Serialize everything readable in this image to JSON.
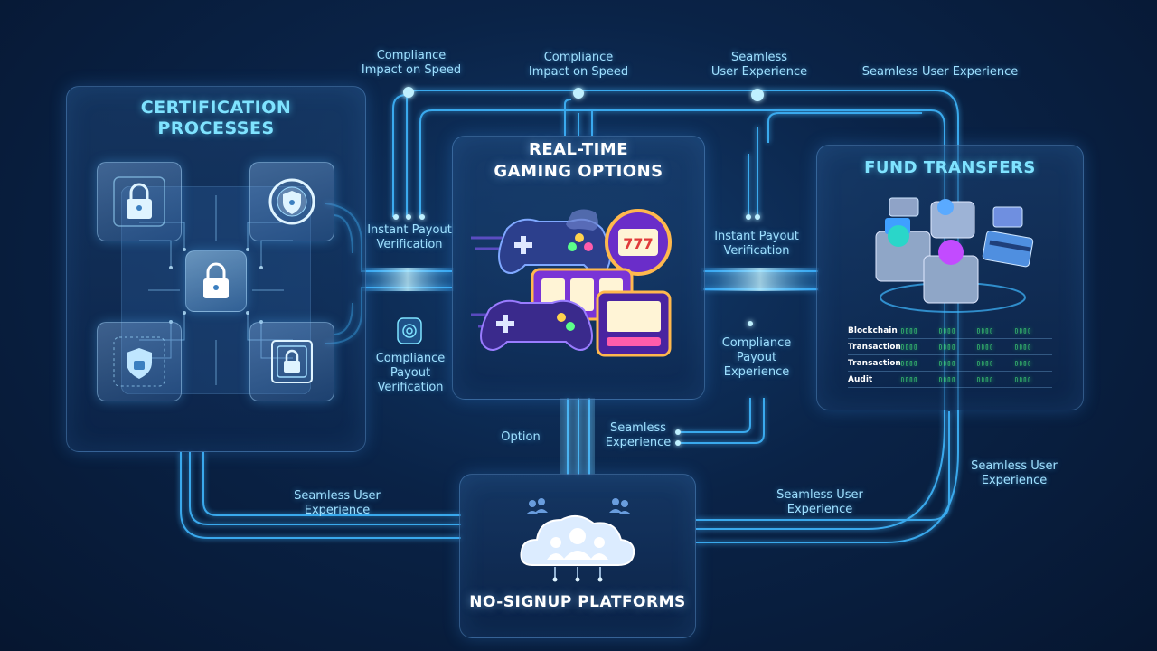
{
  "nodes": {
    "certification": {
      "title_line1": "CERTIFICATION",
      "title_line2": "PROCESSES"
    },
    "gaming": {
      "title_line1": "REAL-TIME",
      "title_line2": "GAMING OPTIONS"
    },
    "fund": {
      "title": "FUND TRANSFERS"
    },
    "nosignup": {
      "title": "NO-SIGNUP PLATFORMS"
    }
  },
  "labels": {
    "top1": {
      "line1": "Compliance",
      "line2": "Impact on Speed"
    },
    "top2": {
      "line1": "Compliance",
      "line2": "Impact on Speed"
    },
    "top3": {
      "line1": "Seamless",
      "line2": "User Experience"
    },
    "top4": {
      "line1": "Seamless User Experience"
    },
    "left_instant": {
      "line1": "Instant Payout",
      "line2": "Verification"
    },
    "left_compliance": {
      "line1": "Compliance",
      "line2": "Payout",
      "line3": "Verification"
    },
    "right_instant": {
      "line1": "Instant Payout",
      "line2": "Verification"
    },
    "right_compliance": {
      "line1": "Compliance",
      "line2": "Payout",
      "line3": "Experience"
    },
    "option": {
      "line1": "Option"
    },
    "seamless_mid": {
      "line1": "Seamless",
      "line2": "Experience"
    },
    "bottom_left": {
      "line1": "Seamless User",
      "line2": "Experience"
    },
    "bottom_mid_right": {
      "line1": "Seamless User",
      "line2": "Experience"
    },
    "bottom_right": {
      "line1": "Seamless User",
      "line2": "Experience"
    }
  },
  "ledger": {
    "rows": [
      {
        "label": "Blockchain",
        "cells": [
          "▯▯▯▯",
          "▯▯▯▯",
          "▯▯▯▯",
          "▯▯▯▯"
        ]
      },
      {
        "label": "Transaction",
        "cells": [
          "▯▯▯▯",
          "▯▯▯▯",
          "▯▯▯▯",
          "▯▯▯▯"
        ]
      },
      {
        "label": "Transaction",
        "cells": [
          "▯▯▯▯",
          "▯▯▯▯",
          "▯▯▯▯",
          "▯▯▯▯"
        ]
      },
      {
        "label": "Audit",
        "cells": [
          "▯▯▯▯",
          "▯▯▯▯",
          "▯▯▯▯",
          "▯▯▯▯"
        ]
      }
    ]
  },
  "icons": {
    "cert_tiles": [
      "lock-icon",
      "shield-lock-icon",
      "lock-icon",
      "shield-icon",
      "fingerprint-lock-icon"
    ],
    "gaming": [
      "gamepad-icon",
      "slot-machine-icon"
    ],
    "fund": [
      "wallet-icon",
      "credit-card-icon"
    ],
    "nosignup": [
      "cloud-users-icon"
    ]
  },
  "colors": {
    "background": "#0a2347",
    "wire": "#3fb8ff",
    "accent_cyan": "#7fe3ff",
    "ledger_green": "#4dff7c"
  }
}
